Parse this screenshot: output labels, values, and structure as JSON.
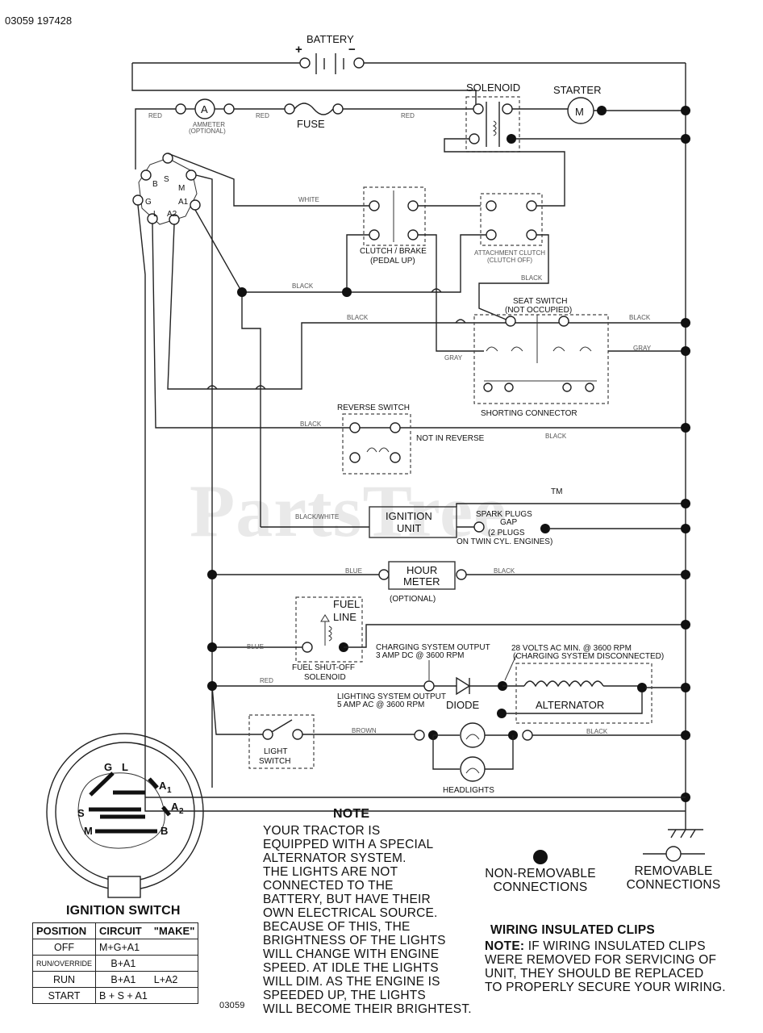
{
  "header": {
    "doc_id": "03059  197428"
  },
  "components": {
    "battery": "BATTERY",
    "solenoid": "SOLENOID",
    "starter": "STARTER",
    "starter_motor_letter": "M",
    "ammeter_letter": "A",
    "ammeter": "AMMETER",
    "ammeter_optional": "(OPTIONAL)",
    "fuse": "FUSE",
    "clutch_brake": "CLUTCH / BRAKE",
    "clutch_brake_sub": "(PEDAL UP)",
    "attachment_clutch": "ATTACHMENT CLUTCH",
    "attachment_clutch_sub": "(CLUTCH OFF)",
    "seat_switch": "SEAT SWITCH",
    "seat_switch_sub": "(NOT OCCUPIED)",
    "shorting_connector": "SHORTING CONNECTOR",
    "reverse_switch": "REVERSE SWITCH",
    "not_in_reverse": "NOT IN REVERSE",
    "ignition_unit_1": "IGNITION",
    "ignition_unit_2": "UNIT",
    "spark_plugs_1": "SPARK PLUGS",
    "spark_plugs_2": "GAP",
    "spark_plugs_3": "(2 PLUGS",
    "spark_plugs_4": "ON TWIN CYL. ENGINES)",
    "hour_meter_1": "HOUR",
    "hour_meter_2": "METER",
    "hour_meter_optional": "(OPTIONAL)",
    "fuel_line_1": "FUEL",
    "fuel_line_2": "LINE",
    "fuel_solenoid_1": "FUEL SHUT-OFF",
    "fuel_solenoid_2": "SOLENOID",
    "charging_output_1": "CHARGING SYSTEM OUTPUT",
    "charging_output_2": "3 AMP DC @ 3600 RPM",
    "volts_1": "28 VOLTS AC MIN. @ 3600 RPM",
    "volts_2": "(CHARGING SYSTEM DISCONNECTED)",
    "lighting_output_1": "LIGHTING SYSTEM OUTPUT",
    "lighting_output_2": "5 AMP AC @ 3600 RPM",
    "diode": "DIODE",
    "alternator": "ALTERNATOR",
    "light_switch_1": "LIGHT",
    "light_switch_2": "SWITCH",
    "headlights": "HEADLIGHTS"
  },
  "wire_colors": {
    "red_1": "RED",
    "red_2": "RED",
    "red_3": "RED",
    "red_4": "RED",
    "white": "WHITE",
    "black_1": "BLACK",
    "black_2": "BLACK",
    "black_3": "BLACK",
    "black_4": "BLACK",
    "black_5": "BLACK",
    "black_6": "BLACK",
    "black_7": "BLACK",
    "black_8": "BLACK",
    "gray_1": "GRAY",
    "gray_2": "GRAY",
    "black_white": "BLACK/WHITE",
    "blue_1": "BLUE",
    "blue_2": "BLUE",
    "brown": "BROWN"
  },
  "ignition_terminals": {
    "outer": [
      "B",
      "S",
      "M",
      "G",
      "A1",
      "L",
      "A2"
    ],
    "diagram_letters": {
      "g": "G",
      "l": "L",
      "a1": "A",
      "a1_sub": "1",
      "a2": "A",
      "a2_sub": "2",
      "s": "S",
      "m": "M",
      "b": "B"
    }
  },
  "watermark": "PartsTree",
  "trademark": "TM",
  "note": {
    "title": "NOTE",
    "lines": [
      "YOUR TRACTOR IS",
      "EQUIPPED WITH A SPECIAL",
      "ALTERNATOR SYSTEM.",
      "THE LIGHTS ARE NOT",
      "CONNECTED TO THE",
      "BATTERY, BUT HAVE THEIR",
      "OWN ELECTRICAL SOURCE.",
      "BECAUSE OF THIS, THE",
      "BRIGHTNESS OF THE LIGHTS",
      "WILL CHANGE WITH ENGINE",
      "SPEED.  AT IDLE THE LIGHTS",
      "WILL DIM.  AS THE ENGINE IS",
      "SPEEDED UP, THE LIGHTS",
      "WILL BECOME THEIR BRIGHTEST."
    ]
  },
  "legend": {
    "non_removable_1": "NON-REMOVABLE",
    "non_removable_2": "CONNECTIONS",
    "removable_1": "REMOVABLE",
    "removable_2": "CONNECTIONS"
  },
  "clips": {
    "title": "WIRING INSULATED CLIPS",
    "note_label": "NOTE:",
    "line1": " IF WIRING INSULATED CLIPS",
    "line2": "WERE REMOVED FOR SERVICING OF",
    "line3": " UNIT, THEY SHOULD BE REPLACED",
    "line4": "TO PROPERLY SECURE YOUR WIRING."
  },
  "ignition_switch": {
    "title": "IGNITION SWITCH",
    "headers": {
      "position": "POSITION",
      "circuit": "CIRCUIT",
      "make": "\"MAKE\""
    },
    "rows": [
      {
        "position": "OFF",
        "circuit": "M+G+A1",
        "extra": ""
      },
      {
        "position": "RUN/OVERRIDE",
        "circuit": "B+A1",
        "extra": ""
      },
      {
        "position": "RUN",
        "circuit": "B+A1",
        "extra": "L+A2"
      },
      {
        "position": "START",
        "circuit": "B + S + A1",
        "extra": ""
      }
    ]
  },
  "footer": {
    "code": "03059"
  }
}
